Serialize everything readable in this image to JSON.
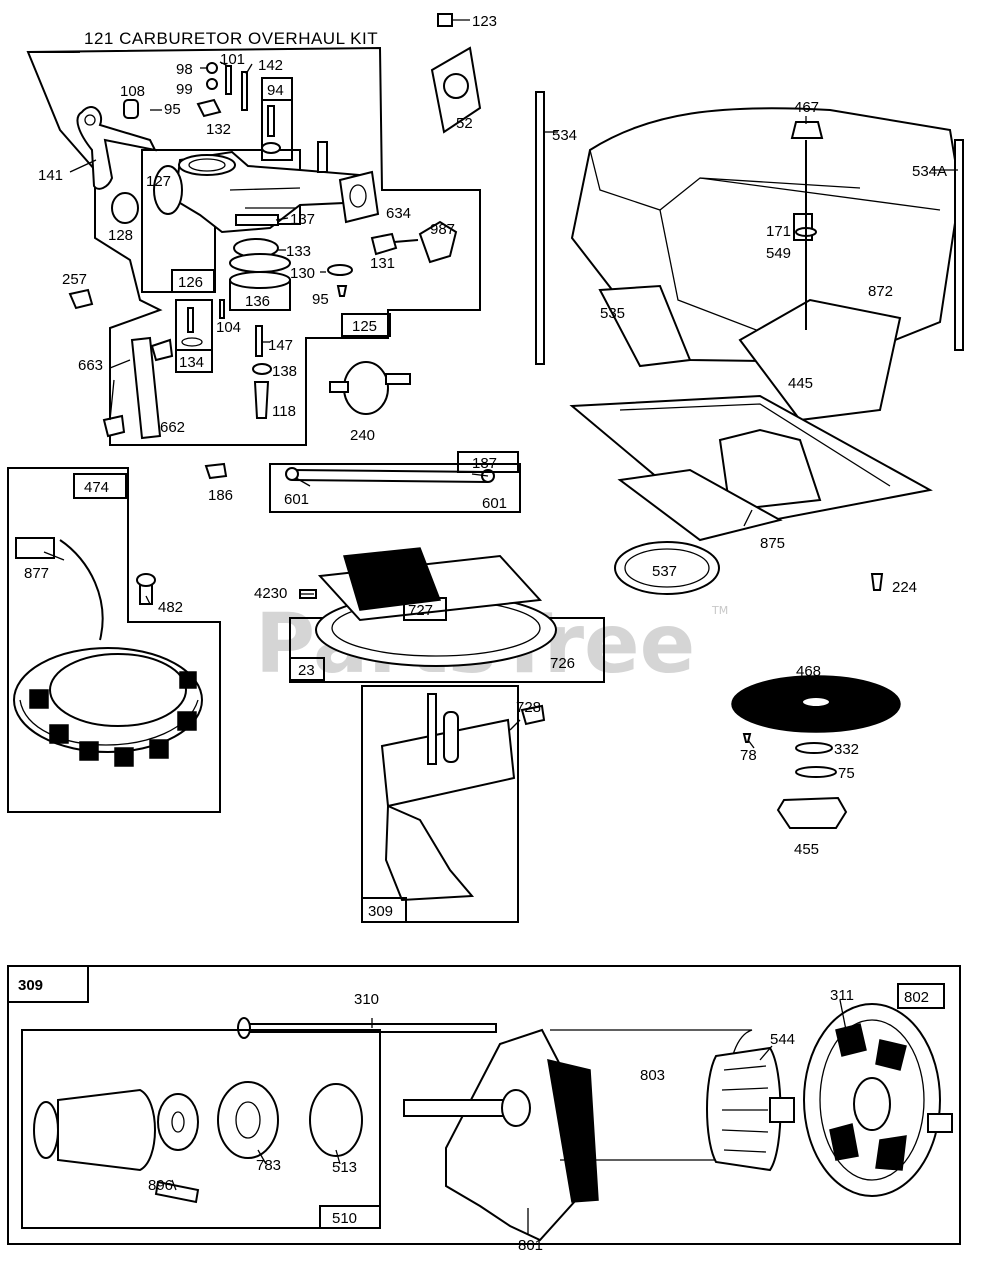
{
  "title": "121 CARBURETOR OVERHAUL KIT",
  "watermark": "PartsTree",
  "trademark": "TM",
  "box_labels": {
    "b94": "94",
    "b126": "126",
    "b125": "125",
    "b134": "134",
    "b474": "474",
    "b187": "187",
    "b727": "727",
    "b23": "23",
    "b309": "309",
    "b309_main": "309",
    "b510": "510",
    "b802": "802"
  },
  "callouts": {
    "p123": "123",
    "p98": "98",
    "p101": "101",
    "p142": "142",
    "p108": "108",
    "p99": "99",
    "p95a": "95",
    "p132": "132",
    "p52": "52",
    "p141": "141",
    "p127": "127",
    "p128": "128",
    "p137": "137",
    "p634": "634",
    "p987": "987",
    "p131": "131",
    "p133": "133",
    "p130": "130",
    "p95b": "95",
    "p136": "136",
    "p257": "257",
    "p104": "104",
    "p663": "663",
    "p147": "147",
    "p138": "138",
    "p118": "118",
    "p662": "662",
    "p240": "240",
    "p534": "534",
    "p467": "467",
    "p534a": "534A",
    "p171": "171",
    "p549": "549",
    "p872": "872",
    "p535": "535",
    "p445": "445",
    "p186": "186",
    "p601a": "601",
    "p601b": "601",
    "p877": "877",
    "p482": "482",
    "p875": "875",
    "p537": "537",
    "p224": "224",
    "p4230": "4230",
    "p726": "726",
    "p728": "728",
    "p468": "468",
    "p78": "78",
    "p332": "332",
    "p75": "75",
    "p455": "455",
    "p310": "310",
    "p311": "311",
    "p544": "544",
    "p803": "803",
    "p896": "896",
    "p783": "783",
    "p513": "513",
    "p801": "801"
  },
  "icons": [
    "carburetor-icon",
    "air-cleaner-icon",
    "alternator-icon",
    "flywheel-icon",
    "governor-cover-icon",
    "filter-icon",
    "starter-motor-icon",
    "drive-gear-icon"
  ]
}
